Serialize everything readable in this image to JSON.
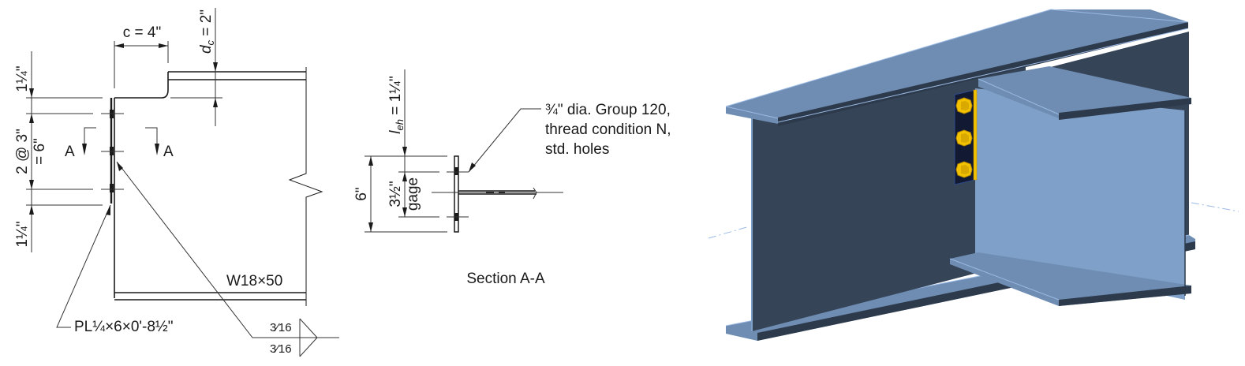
{
  "elevation": {
    "cope_length": "c = 4\"",
    "cope_depth_symbol": "d",
    "cope_depth_subscript": "c",
    "cope_depth_value": " = 2\"",
    "top_edge_distance": "1¼\"",
    "bottom_edge_distance": "1¼\"",
    "bolt_spacing_line1": "2 @ 3\"",
    "bolt_spacing_line2": "= 6\"",
    "section_mark_left": "A",
    "section_mark_right": "A",
    "beam_designation": "W18×50",
    "plate_callout": "PL¼×6×0'-8½\"",
    "weld_size_top": "3⁄16",
    "weld_size_bottom": "3⁄16"
  },
  "section": {
    "title": "Section A-A",
    "edge_distance_symbol": "l",
    "edge_distance_subscript": "eh",
    "edge_distance_value": " = 1¼\"",
    "plate_height": "6\"",
    "gage_value": "3½\"",
    "gage_label": "gage",
    "bolt_callout_line1": "¾\" dia. Group 120,",
    "bolt_callout_line2": "thread condition N,",
    "bolt_callout_line3": "std. holes"
  },
  "model3d": {
    "colors": {
      "flange_top": "#6f8db3",
      "flange_edge_light": "#9ab9e3",
      "web_dark": "#354457",
      "web_light": "#7fa0c9",
      "plate_dark": "#121a33",
      "bolt": "#f2c200",
      "bolt_shadow": "#b88a00"
    },
    "bolt_count": 3
  }
}
